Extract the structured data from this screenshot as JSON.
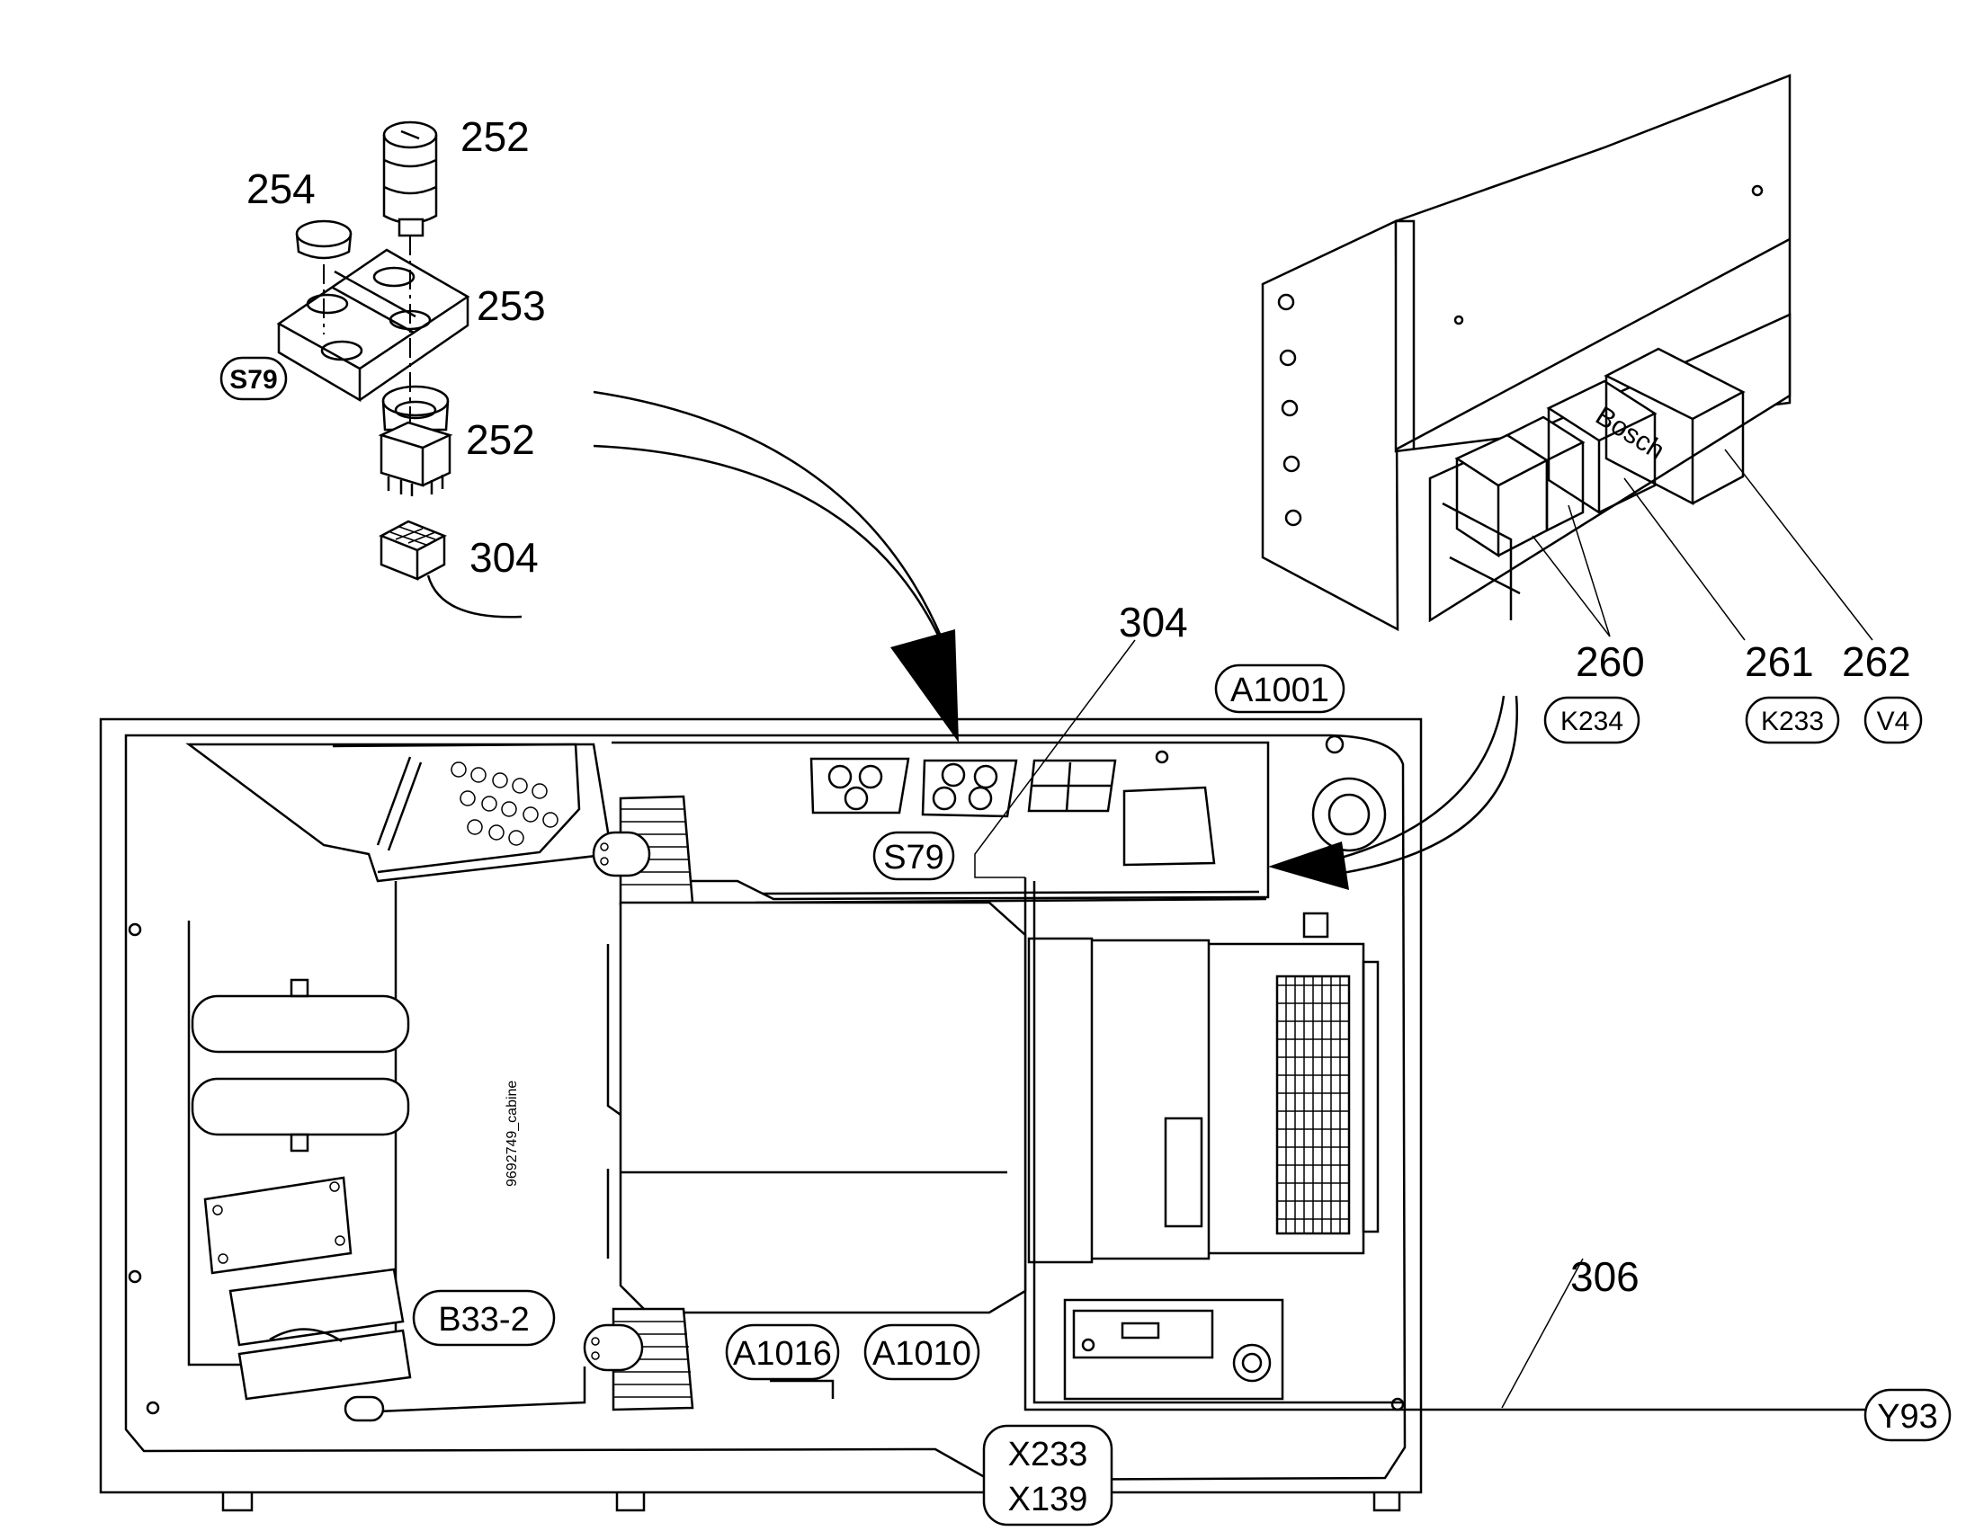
{
  "figure_id": "9692749_cabine",
  "callouts": {
    "n252_top": "252",
    "n254": "254",
    "n253": "253",
    "n252_bottom": "252",
    "n304_top": "304",
    "n304_mid": "304",
    "n260": "260",
    "n261": "261",
    "n262": "262",
    "n306": "306"
  },
  "tags": {
    "s79_detail": "S79",
    "s79_panel": "S79",
    "a1001": "A1001",
    "k234": "K234",
    "k233": "K233",
    "v4": "V4",
    "b33_2": "B33-2",
    "a1016": "A1016",
    "a1010": "A1010",
    "y93": "Y93",
    "x233": "X233",
    "x139": "X139"
  },
  "relay_brand": "Bosch"
}
